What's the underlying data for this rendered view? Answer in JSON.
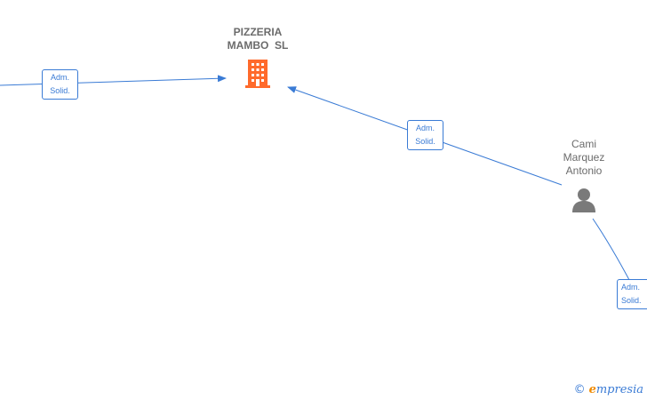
{
  "nodes": {
    "company": {
      "name_line1": "PIZZERIA",
      "name_line2": "MAMBO  SL",
      "icon": "building-icon",
      "color": "#ff6a2b"
    },
    "person": {
      "name_line1": "Cami",
      "name_line2": "Marquez",
      "name_line3": "Antonio",
      "icon": "person-icon",
      "color": "#7a7a7a"
    }
  },
  "edges": [
    {
      "label_line1": "Adm.",
      "label_line2": "Solid."
    },
    {
      "label_line1": "Adm.",
      "label_line2": "Solid."
    },
    {
      "label_line1": "Adm.",
      "label_line2": "Solid."
    }
  ],
  "colors": {
    "edge": "#3a7bd5",
    "label_text": "#6b6b6b"
  },
  "watermark": {
    "symbol": "©",
    "brand_first": "e",
    "brand_rest": "mpresia"
  }
}
